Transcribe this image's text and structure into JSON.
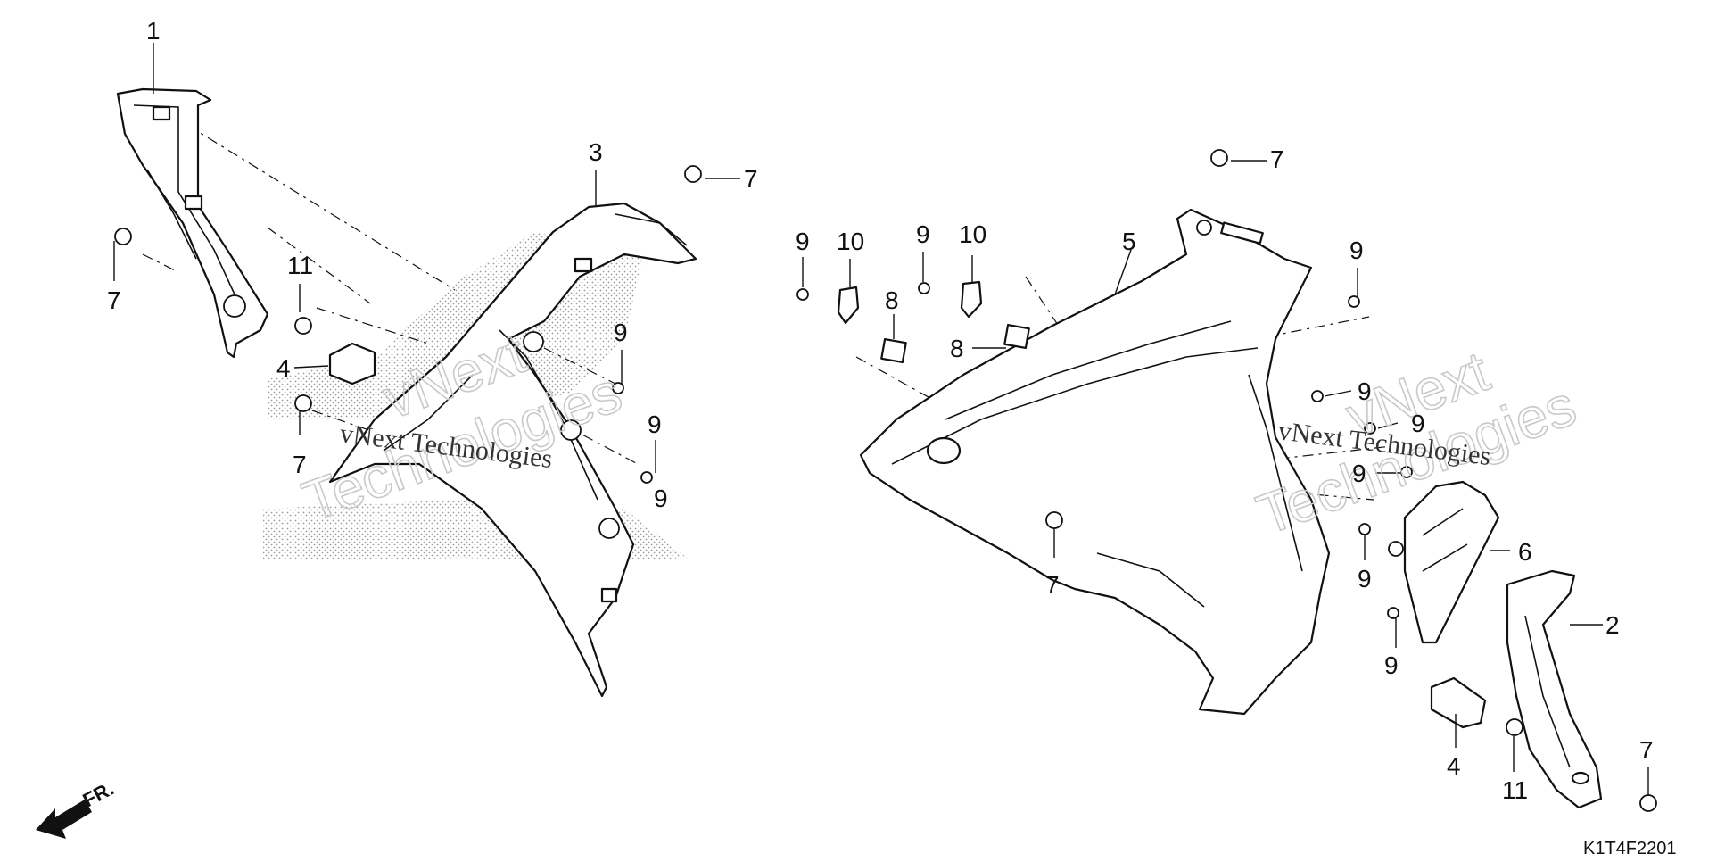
{
  "diagram_code": "K1T4F2201",
  "direction_label": "FR.",
  "callouts": {
    "c1": "1",
    "c2": "2",
    "c3": "3",
    "c4a": "4",
    "c4b": "4",
    "c5": "5",
    "c6": "6",
    "c7a": "7",
    "c7b": "7",
    "c7c": "7",
    "c7d": "7",
    "c7e": "7",
    "c7f": "7",
    "c8a": "8",
    "c8b": "8",
    "c9a": "9",
    "c9b": "9",
    "c9c": "9",
    "c9d": "9",
    "c9e": "9",
    "c9f": "9",
    "c9g": "9",
    "c9h": "9",
    "c9i": "9",
    "c9j": "9",
    "c9k": "9",
    "c10a": "10",
    "c10b": "10",
    "c11a": "11",
    "c11b": "11"
  },
  "watermarks": {
    "left_outline": [
      "vNext",
      "Technologies"
    ],
    "left_text": "vNext Technologies",
    "right_outline": [
      "vNext",
      "Technologies"
    ],
    "right_text": "vNext Technologies"
  }
}
